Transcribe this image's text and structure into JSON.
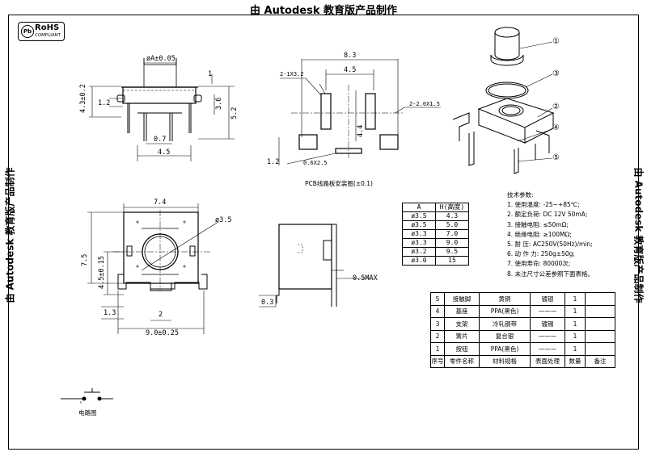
{
  "watermark": "由 Autodesk 教育版产品制作",
  "rohs": {
    "title": "RoHS",
    "sub": "COMPLIANT",
    "icon": "Pb"
  },
  "front_view": {
    "dims": {
      "a": "øA±0.05",
      "h1": "4.3±0.2",
      "d1": "1",
      "d12": "1.2",
      "d36": "3.6",
      "d52": "5.2",
      "d07": "0.7",
      "d45": "4.5"
    }
  },
  "pcb_view": {
    "dims": {
      "d83": "8.3",
      "d45": "4.5",
      "pad1": "2-1X3.2",
      "pad2": "2-2.0X1.5",
      "d44": "4.4",
      "d12": "1.2",
      "pad3": "0.6X2.5"
    },
    "caption": "PCB线路板安装图(±0.1)"
  },
  "top_view": {
    "dims": {
      "w": "7.4",
      "dia": "ø3.5",
      "h": "7.5",
      "h2": "4.5±0.15",
      "d13": "1.3",
      "d2": "2",
      "wb": "9.0±0.25"
    }
  },
  "side_view": {
    "dims": {
      "max": "0.5MAX",
      "d03": "0.3"
    }
  },
  "circuit": {
    "caption": "电路图"
  },
  "iso_view": {
    "callouts": [
      "①",
      "③",
      "②",
      "④",
      "⑤"
    ]
  },
  "height_table": {
    "headers": [
      "A",
      "H(高度)"
    ],
    "rows": [
      [
        "ø3.5",
        "4.3"
      ],
      [
        "ø3.5",
        "5.0"
      ],
      [
        "ø3.3",
        "7.0"
      ],
      [
        "ø3.3",
        "9.0"
      ],
      [
        "ø3.2",
        "9.5"
      ],
      [
        "ø3.0",
        "15"
      ]
    ]
  },
  "specs": {
    "title": "技术参数:",
    "items": [
      "1. 使用温度: -25~+85℃;",
      "2. 额定负荷: DC 12V 50mA;",
      "3. 接触电阻: ≤50mΩ;",
      "4. 绝缘电阻: ≥100MΩ;",
      "5. 耐    压: AC250V(50Hz)/min;",
      "6. 动 作 力: 250g±50g;",
      "7. 使用寿命: 80000次;",
      "8. 未注尺寸公差参照下面表格。"
    ]
  },
  "bom": {
    "rows": [
      [
        "5",
        "接触脚",
        "黄铜",
        "镀银",
        "1",
        ""
      ],
      [
        "4",
        "基座",
        "PPA(黑色)",
        "———",
        "1",
        ""
      ],
      [
        "3",
        "支架",
        "冷轧钢带",
        "镀锡",
        "1",
        ""
      ],
      [
        "2",
        "簧片",
        "复合银",
        "———",
        "1",
        ""
      ],
      [
        "1",
        "按钮",
        "PPA(黑色)",
        "———",
        "1",
        ""
      ]
    ],
    "headers": [
      "序号",
      "零件名称",
      "材料规格",
      "表面处理",
      "数量",
      "备注"
    ]
  }
}
